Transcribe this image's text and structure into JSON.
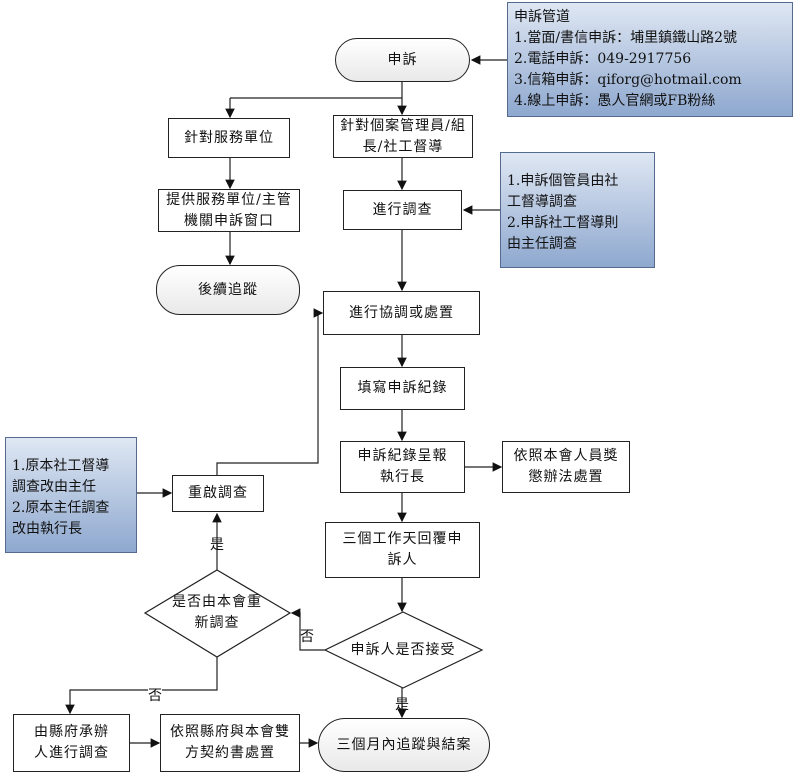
{
  "nodes": {
    "complaint": "申訴",
    "service_unit": "針對服務單位",
    "case_manager": "針對個案管理員/組長/社工督導",
    "provide_window": "提供服務單位/主管機關申訴窗口",
    "investigate": "進行調查",
    "follow_up": "後續追蹤",
    "coordinate": "進行協調或處置",
    "fill_record": "填寫申訴紀錄",
    "report_record": "申訴紀錄呈報執行長",
    "discipline": "依照本會人員獎懲辦法處置",
    "reply": "三個工作天回覆申訴人",
    "reopen": "重啟調查",
    "decision_reinvestigate": "是否由本會重新調查",
    "decision_accept": "申訴人是否接受",
    "county_investigate": "由縣府承辦人進行調查",
    "contract_handle": "依照縣府與本會雙方契約書處置",
    "close_case": "三個月內追蹤與結案"
  },
  "notes": {
    "channels": [
      "申訴管道",
      "1.當面/書信申訴：埔里鎮鐵山路2號",
      "2.電話申訴：049-2917756",
      "3.信箱申訴：qiforg@hotmail.com",
      "4.線上申訴：愚人官網或FB粉絲"
    ],
    "investigator": [
      "1.申訴個管員由社",
      "工督導調查",
      "2.申訴社工督導則",
      "由主任調查"
    ],
    "reopen_rule": [
      "1.原本社工督導",
      "調查改由主任",
      "2.原本主任調查",
      "改由執行長"
    ]
  },
  "labels": {
    "yes": "是",
    "no": "否"
  },
  "colors": {
    "note_fill_top": "#dfe7f3",
    "note_fill_bottom": "#8ea8cf",
    "note_border": "#556b8e"
  }
}
